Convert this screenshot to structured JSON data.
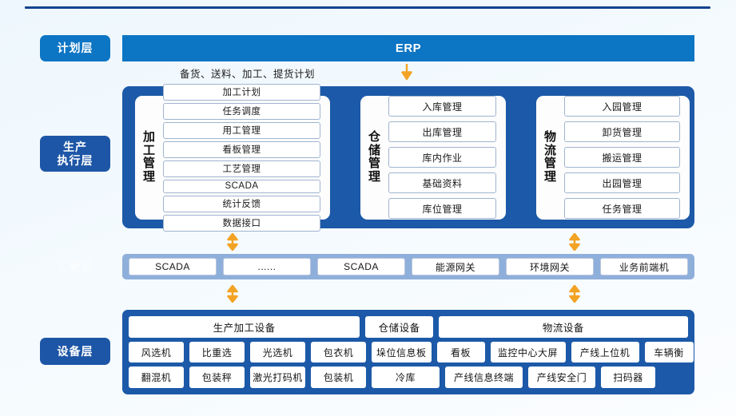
{
  "colors": {
    "accent_blue": "#0c75c4",
    "navy": "#1c59a8",
    "aggregation_blue": "#8fafdb",
    "arrow_orange": "#f3a324",
    "rule_blue": "#11448f"
  },
  "layer_labels": {
    "plan": "计划层",
    "execution_line1": "生产",
    "execution_line2": "执行层",
    "aggregation": "汇聚层",
    "equipment": "设备层"
  },
  "plan_layer": {
    "erp_title": "ERP",
    "caption": "备货、送料、加工、提货计划",
    "arrow": "↓"
  },
  "execution_layer": {
    "groups": [
      {
        "title": "加工管理",
        "items": [
          "加工计划",
          "任务调度",
          "用工管理",
          "看板管理",
          "工艺管理",
          "SCADA",
          "统计反馈",
          "数据接口"
        ]
      },
      {
        "title": "仓储管理",
        "items": [
          "入库管理",
          "出库管理",
          "库内作业",
          "基础资料",
          "库位管理"
        ]
      },
      {
        "title": "物流管理",
        "items": [
          "入园管理",
          "卸货管理",
          "搬运管理",
          "出园管理",
          "任务管理"
        ]
      }
    ]
  },
  "aggregation_layer": {
    "items": [
      "SCADA",
      "......",
      "SCADA",
      "能源网关",
      "环境网关",
      "业务前端机"
    ]
  },
  "equipment_layer": {
    "headers": {
      "production": "生产加工设备",
      "warehouse": "仓储设备",
      "logistics": "物流设备"
    },
    "production_row1": [
      "风选机",
      "比重选",
      "光选机",
      "包衣机"
    ],
    "production_row2": [
      "翻混机",
      "包装秤",
      "激光打码机",
      "包装机"
    ],
    "warehouse_row1": "垛位信息板",
    "warehouse_row2": "冷库",
    "logistics_row1": [
      "看板",
      "监控中心大屏",
      "产线上位机",
      "车辆衡"
    ],
    "logistics_row2": [
      "产线信息终端",
      "产线安全门",
      "扫码器"
    ]
  },
  "connectors": {
    "updown_arrow_label": "双向箭头"
  }
}
